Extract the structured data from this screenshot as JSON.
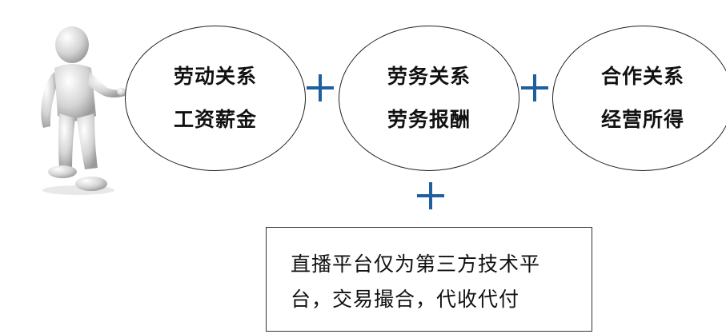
{
  "circles": [
    {
      "line1": "劳动关系",
      "line2": "工资薪金"
    },
    {
      "line1": "劳务关系",
      "line2": "劳务报酬"
    },
    {
      "line1": "合作关系",
      "line2": "经营所得"
    }
  ],
  "box": {
    "text": "直播平台仅为第三方技术平台，交易撮合，代收代付"
  },
  "colors": {
    "plus": "#1f5fa0",
    "border": "#222222",
    "figure": "#d9d9d9"
  },
  "icons": {
    "figure": "3d-person-figure-icon",
    "plus": "plus-icon"
  }
}
